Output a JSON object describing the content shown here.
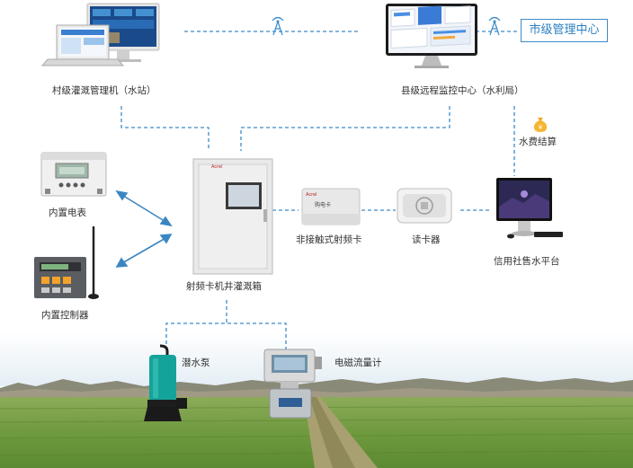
{
  "labels": {
    "village_station": "村级灌溉管理机（水站）",
    "county_center": "县级远程监控中心（水利局）",
    "city_center": "市级管理中心",
    "water_fee": "水费结算",
    "meter": "内置电表",
    "controller": "内置控制器",
    "irrigation_box": "射频卡机井灌溉箱",
    "rf_card": "非接触式射频卡",
    "reader": "读卡器",
    "platform": "信用社售水平台",
    "pump": "潜水泵",
    "flowmeter": "电磁流量计"
  },
  "device_text": {
    "box_logo": "Acrel",
    "card_logo": "Acrel",
    "card_title": "购电卡"
  },
  "icons": {
    "wireless": "wireless-tower-icon",
    "money_bag": "money-bag-icon"
  },
  "colors": {
    "dashed_line": "#3c8bc9",
    "arrow": "#3b86c2",
    "accent_text": "#2b7fc0",
    "sky": "#e9f3fb",
    "field": "#6f9a3e"
  }
}
